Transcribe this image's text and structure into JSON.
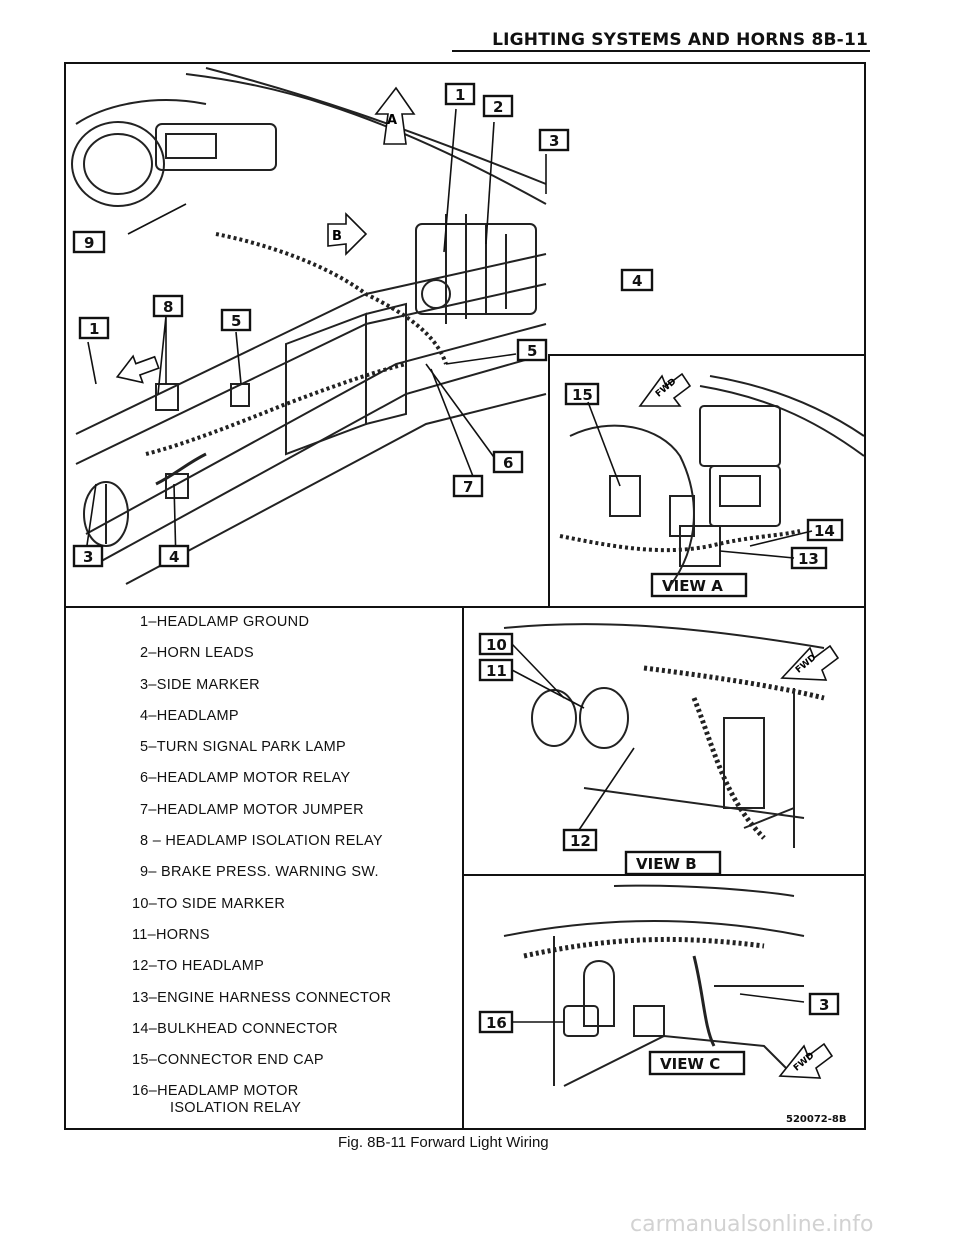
{
  "header": {
    "title": "LIGHTING SYSTEMS AND HORNS 8B-11"
  },
  "legend": [
    "1–HEADLAMP GROUND",
    "2–HORN LEADS",
    "3–SIDE MARKER",
    "4–HEADLAMP",
    "5–TURN SIGNAL PARK LAMP",
    "6–HEADLAMP MOTOR RELAY",
    "7–HEADLAMP MOTOR JUMPER",
    "8 – HEADLAMP ISOLATION RELAY",
    "9– BRAKE PRESS. WARNING SW.",
    "10–TO SIDE MARKER",
    "11–HORNS",
    "12–TO HEADLAMP",
    "13–ENGINE HARNESS CONNECTOR",
    "14–BULKHEAD CONNECTOR",
    "15–CONNECTOR END CAP",
    "16–HEADLAMP MOTOR"
  ],
  "legend_cont_16": "ISOLATION RELAY",
  "callouts": [
    "1",
    "2",
    "3",
    "4",
    "5",
    "6",
    "7",
    "8",
    "9",
    "10",
    "11",
    "12",
    "13",
    "14",
    "15",
    "16"
  ],
  "view_labels": {
    "a": "VIEW A",
    "b": "VIEW B",
    "c": "VIEW C",
    "arrow_a": "A",
    "arrow_b": "B"
  },
  "fwd_label": "FWD",
  "figure_code": "520072-8B",
  "caption": "Fig. 8B-11 Forward Light Wiring",
  "watermark": "carmanualsonline.info"
}
